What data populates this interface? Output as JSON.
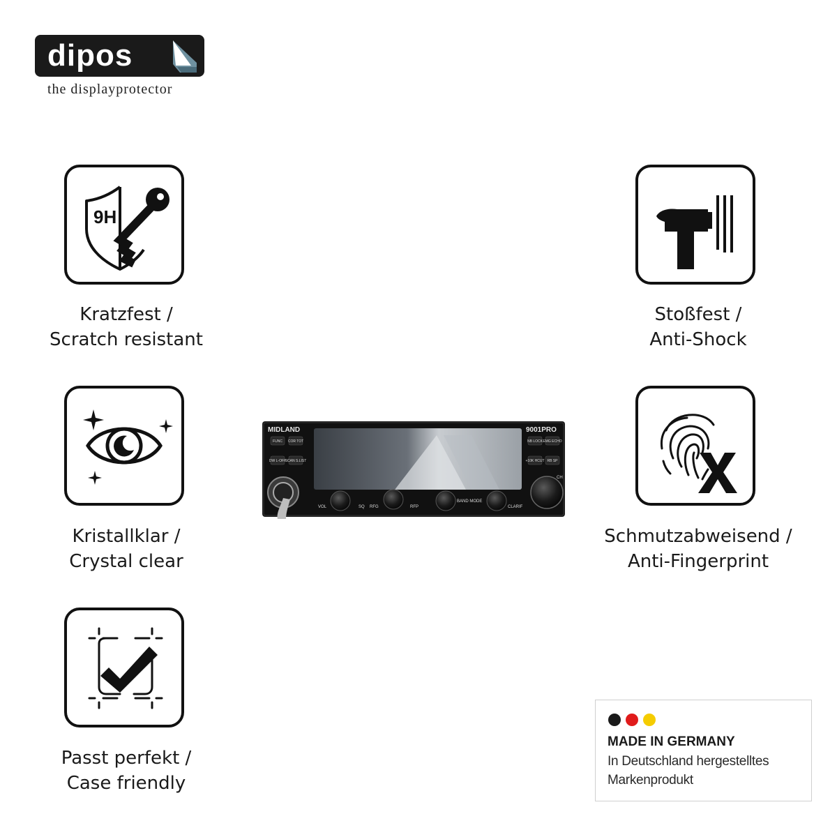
{
  "brand": {
    "name": "dipos",
    "tagline": "the displayprotector"
  },
  "features": [
    {
      "id": "scratch",
      "icon": "shield-9h-key-icon",
      "badge": "9H",
      "line1": "Kratzfest /",
      "line2": "Scratch resistant"
    },
    {
      "id": "shock",
      "icon": "hammer-icon",
      "line1": "Stoßfest /",
      "line2": "Anti-Shock"
    },
    {
      "id": "clear",
      "icon": "eye-sparkle-icon",
      "line1": "Kristallklar /",
      "line2": "Crystal clear"
    },
    {
      "id": "fingerprint",
      "icon": "fingerprint-x-icon",
      "line1": "Schmutzabweisend /",
      "line2": "Anti-Fingerprint"
    },
    {
      "id": "fit",
      "icon": "checkmark-frame-icon",
      "line1": "Passt perfekt /",
      "line2": "Case friendly"
    }
  ],
  "product": {
    "brand": "MIDLAND",
    "model": "9001PRO",
    "buttons_left": [
      "FUNC",
      "COR TOT",
      "DW L-OFF",
      "SCAN S.LIST"
    ],
    "buttons_right": [
      "NB LOCK",
      "EMG ECHO",
      "+10K HCUT",
      "RB SP"
    ],
    "knob_labels": [
      "VOL",
      "SQ",
      "RFG",
      "RFP",
      "BAND MODE",
      "CLARIF",
      "CH"
    ]
  },
  "made_in": {
    "title": "MADE IN GERMANY",
    "line1": "In Deutschland hergestelltes",
    "line2": "Markenprodukt",
    "flag_colors": [
      "#1a1a1a",
      "#e01b1b",
      "#f5cc00"
    ]
  },
  "colors": {
    "ink": "#111111",
    "logo_bg": "#1a1a1a",
    "logo_accent": "#5b7f8f"
  }
}
